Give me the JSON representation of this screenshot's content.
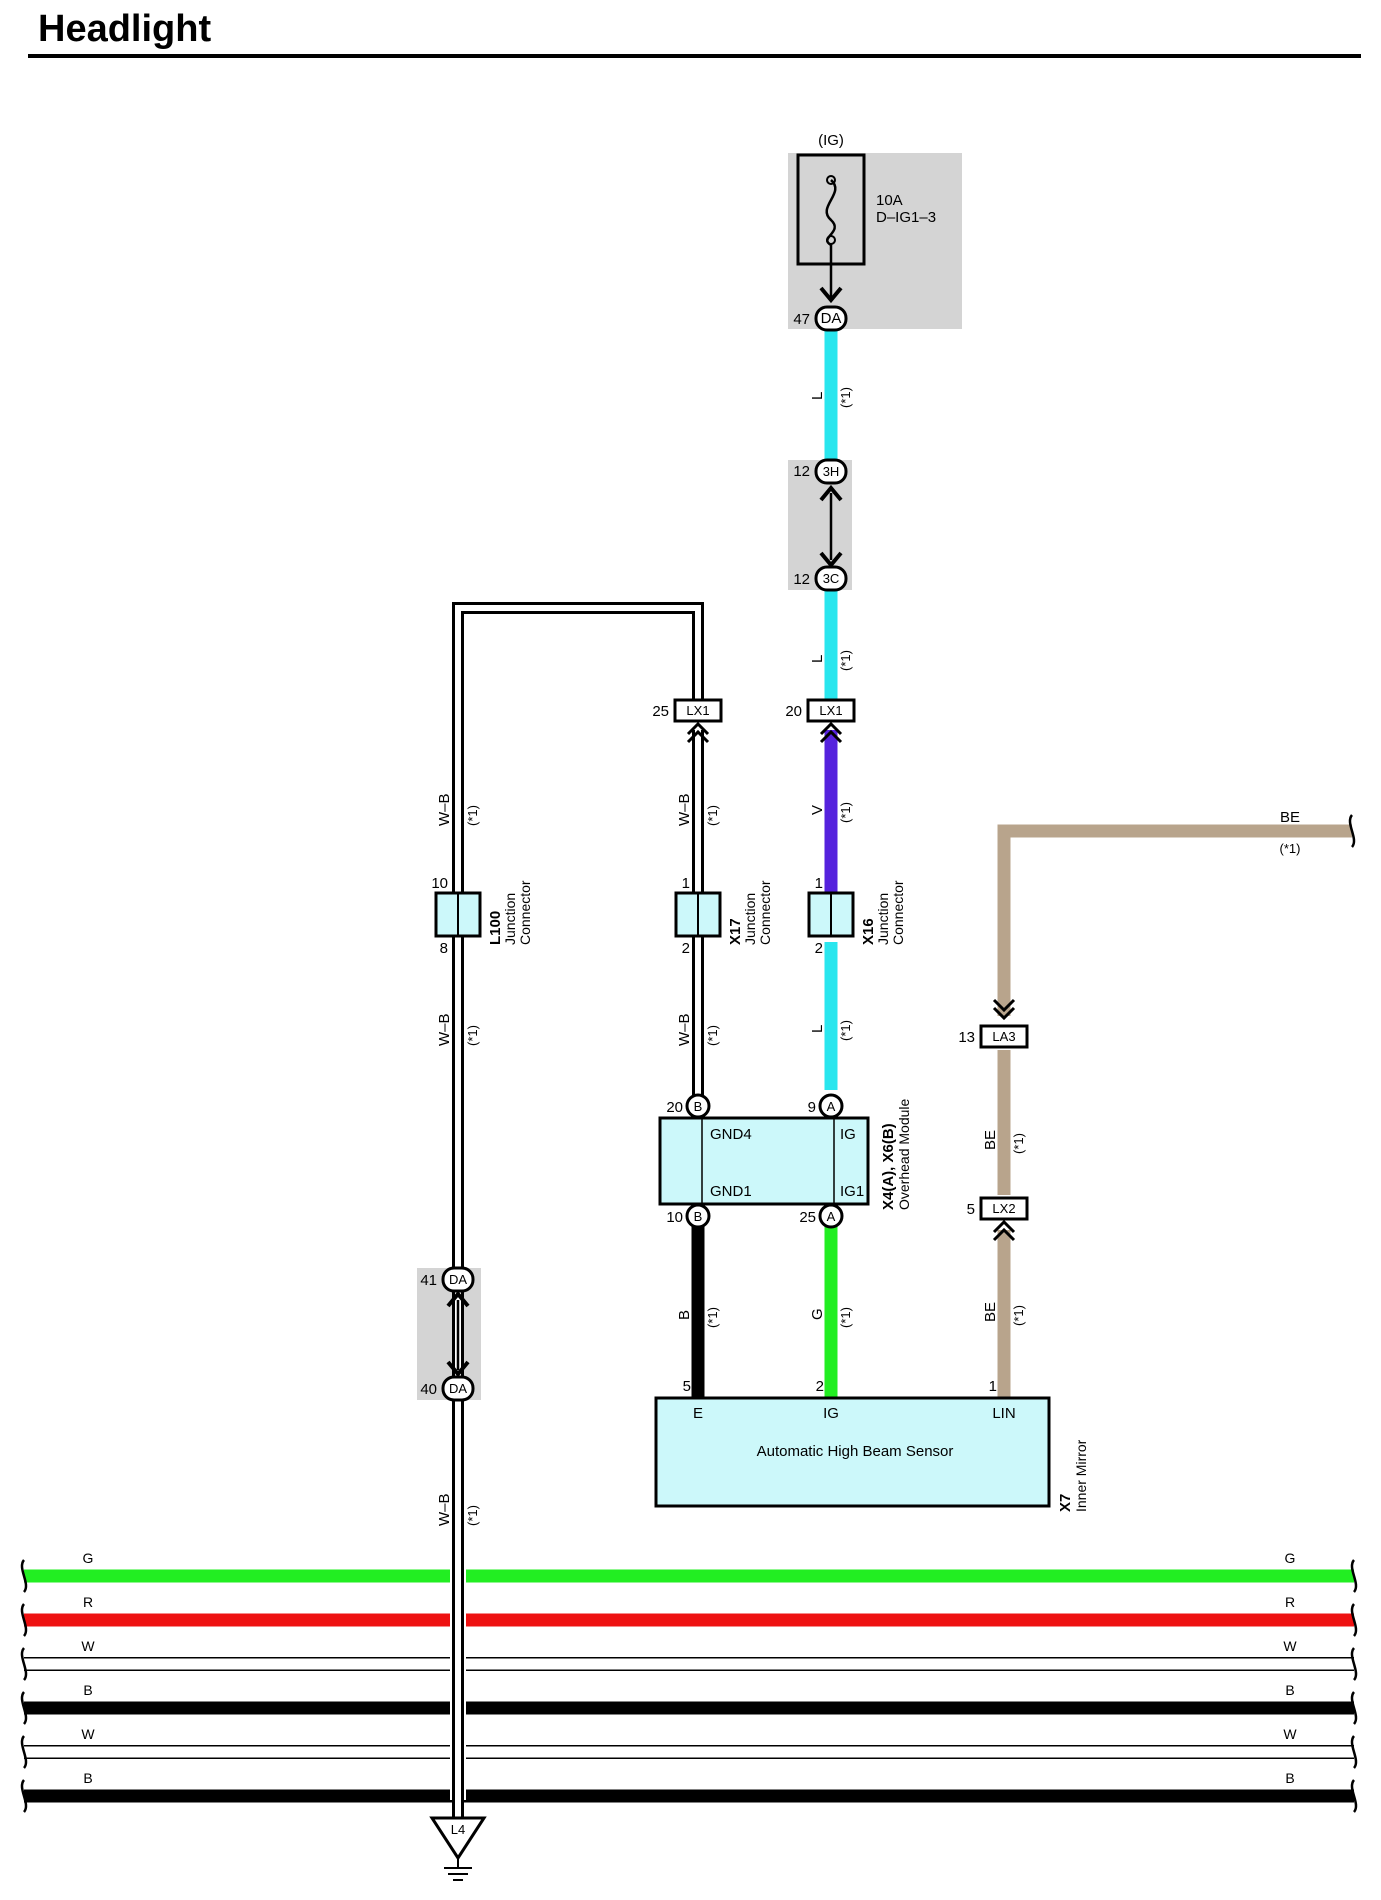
{
  "title": "Headlight",
  "fuse": {
    "source": "(IG)",
    "rating": "10A",
    "name": "D–IG1–3"
  },
  "connectors": {
    "da47": {
      "pin": "47",
      "code": "DA"
    },
    "h12": {
      "pin": "12",
      "code": "3H"
    },
    "c12": {
      "pin": "12",
      "code": "3C"
    },
    "lx1_25": {
      "pin": "25",
      "code": "LX1"
    },
    "lx1_20": {
      "pin": "20",
      "code": "LX1"
    },
    "la3": {
      "pin": "13",
      "code": "LA3"
    },
    "lx2": {
      "pin": "5",
      "code": "LX2"
    },
    "da41": {
      "pin": "41",
      "code": "DA"
    },
    "da40": {
      "pin": "40",
      "code": "DA"
    },
    "ground": {
      "code": "L4"
    }
  },
  "junctions": {
    "l100": {
      "id": "L100",
      "desc1": "Junction",
      "desc2": "Connector",
      "pin_top": "10",
      "pin_bottom": "8"
    },
    "x17": {
      "id": "X17",
      "desc1": "Junction",
      "desc2": "Connector",
      "pin_top": "1",
      "pin_bottom": "2"
    },
    "x16": {
      "id": "X16",
      "desc1": "Junction",
      "desc2": "Connector",
      "pin_top": "1",
      "pin_bottom": "2"
    }
  },
  "overhead_module": {
    "id": "X4(A), X6(B)",
    "name": "Overhead Module",
    "pins": {
      "gnd4_num": "20",
      "gnd4_conn": "B",
      "gnd4_label": "GND4",
      "ig_num": "9",
      "ig_conn": "A",
      "ig_label": "IG",
      "gnd1_num": "10",
      "gnd1_conn": "B",
      "gnd1_label": "GND1",
      "ig1_num": "25",
      "ig1_conn": "A",
      "ig1_label": "IG1"
    }
  },
  "mirror": {
    "id": "X7",
    "name": "Inner Mirror",
    "inner": "Automatic High Beam Sensor",
    "pin_e": "5",
    "label_e": "E",
    "pin_ig": "2",
    "label_ig": "IG",
    "pin_lin": "1",
    "label_lin": "LIN"
  },
  "wire_labels": {
    "L": "L",
    "V": "V",
    "WB": "W–B",
    "B": "B",
    "G": "G",
    "BE": "BE",
    "note": "(*1)"
  },
  "bus": [
    {
      "color": "G",
      "hex": "#22ee22"
    },
    {
      "color": "R",
      "hex": "#ee1111"
    },
    {
      "color": "W",
      "hex": "#ffffff"
    },
    {
      "color": "B",
      "hex": "#000000"
    },
    {
      "color": "W",
      "hex": "#ffffff"
    },
    {
      "color": "B",
      "hex": "#000000"
    }
  ],
  "colors": {
    "L": "#29e6ee",
    "V": "#5522dd",
    "G": "#22ee22",
    "B": "#000000",
    "BE": "#b8a48c",
    "R": "#ee1111",
    "component_fill": "#ccf8fa",
    "shade": "#d4d4d4"
  }
}
